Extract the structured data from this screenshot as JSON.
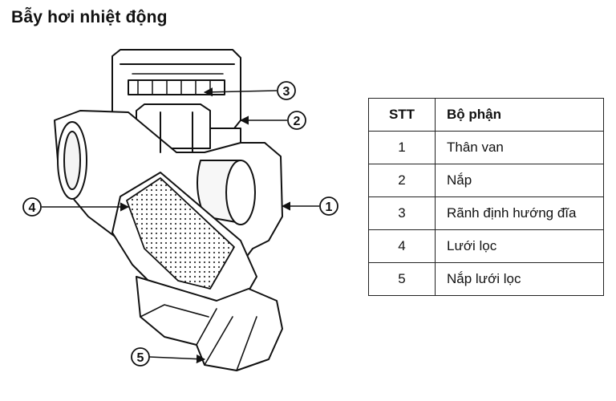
{
  "title": "Bẫy hơi nhiệt động",
  "callouts": [
    "1",
    "2",
    "3",
    "4",
    "5"
  ],
  "table": {
    "headers": [
      "STT",
      "Bộ phận"
    ],
    "rows": [
      {
        "stt": "1",
        "part": "Thân van"
      },
      {
        "stt": "2",
        "part": "Nắp"
      },
      {
        "stt": "3",
        "part": "Rãnh định hướng đĩa"
      },
      {
        "stt": "4",
        "part": "Lưới lọc"
      },
      {
        "stt": "5",
        "part": "Nắp lưới lọc"
      }
    ]
  },
  "colors": {
    "line": "#111111",
    "fill": "#ffffff",
    "screen": "#e8e8e8"
  }
}
